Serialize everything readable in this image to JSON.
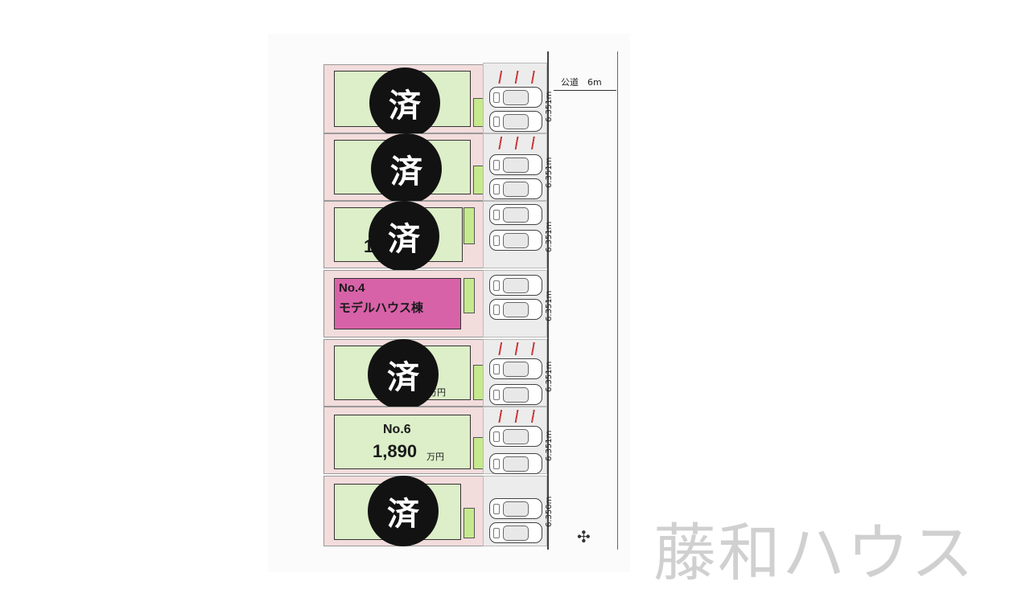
{
  "site_plan": {
    "road_label": "公道　6m",
    "dimension_labels": [
      "6.351m",
      "6.351m",
      "6.351m",
      "6.351m",
      "6.351m",
      "6.351m",
      "6.350m"
    ],
    "sold_mark": "済",
    "lots": [
      {
        "status": "sold"
      },
      {
        "status": "sold"
      },
      {
        "status": "sold",
        "partial_text": "1,"
      },
      {
        "status": "model",
        "number": "No.4",
        "label": "モデルハウス棟"
      },
      {
        "status": "sold",
        "partial_text": "万円"
      },
      {
        "status": "available",
        "number": "No.6",
        "price": "1,890",
        "price_unit": "万円"
      },
      {
        "status": "sold"
      }
    ]
  },
  "brand": {
    "watermark": "藤和ハウス"
  },
  "colors": {
    "lot_green": "#dcefc8",
    "model_pink": "#d862a8",
    "sold_badge": "#121212",
    "garden": "#c6e98e",
    "pink_border": "#f3dcdc"
  }
}
